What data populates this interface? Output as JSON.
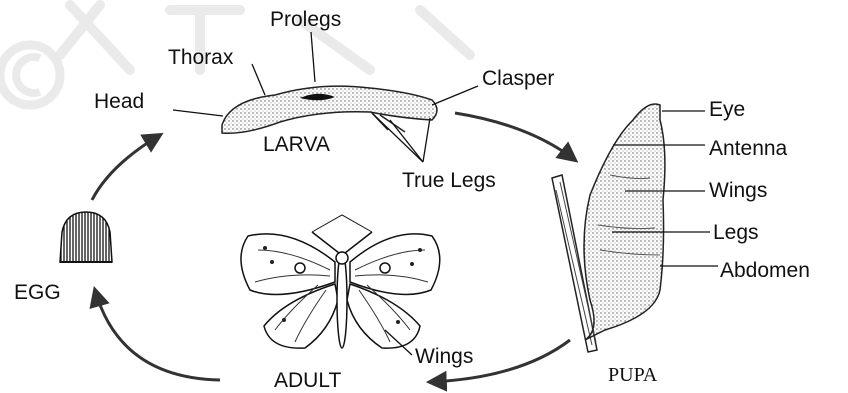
{
  "stages": {
    "larva": "LARVA",
    "pupa": "PUPA",
    "adult": "ADULT",
    "egg": "EGG"
  },
  "larva_parts": {
    "prolegs": "Prolegs",
    "thorax": "Thorax",
    "head": "Head",
    "clasper": "Clasper",
    "true_legs": "True Legs"
  },
  "pupa_parts": {
    "eye": "Eye",
    "antenna": "Antenna",
    "wings": "Wings",
    "legs": "Legs",
    "abdomen": "Abdomen"
  },
  "adult_parts": {
    "wings": "Wings"
  },
  "watermark_icon": "copyright-icon",
  "colors": {
    "ink": "#111111",
    "shading": "#555555",
    "watermark": "#d9d9d9"
  }
}
